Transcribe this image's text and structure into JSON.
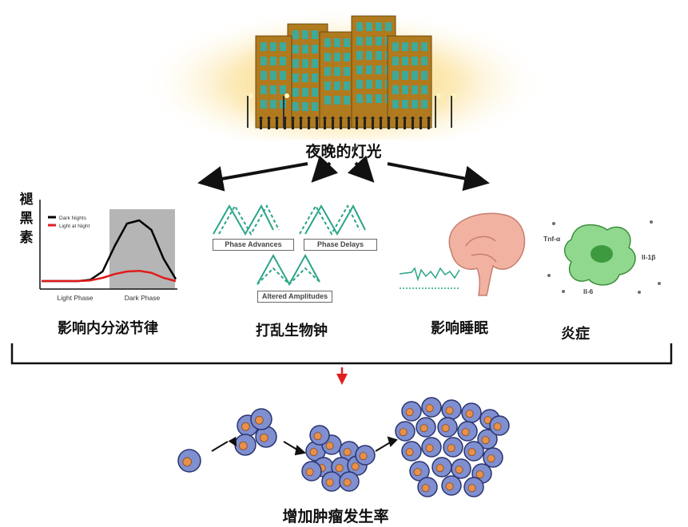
{
  "source": {
    "label": "夜晚的灯光",
    "glow_color": "#f7c64a",
    "building_color": "#b07a1e",
    "window_color": "#3fa99a"
  },
  "effects": [
    {
      "label": "影响内分泌节律",
      "side_label": [
        "褪",
        "黑",
        "素"
      ],
      "chart_data": {
        "type": "line",
        "x_tick_labels": [
          "Light Phase",
          "Dark Phase"
        ],
        "series": [
          {
            "name": "Dark Nights",
            "color": "#000000",
            "values": [
              0.05,
              0.05,
              0.05,
              0.05,
              0.07,
              0.2,
              0.6,
              0.95,
              1.0,
              0.85,
              0.4,
              0.08
            ]
          },
          {
            "name": "Light at Night",
            "color": "#e01b1b",
            "values": [
              0.05,
              0.05,
              0.05,
              0.05,
              0.06,
              0.1,
              0.16,
              0.2,
              0.21,
              0.18,
              0.1,
              0.05
            ]
          }
        ],
        "shaded_region": "Dark Phase"
      }
    },
    {
      "label": "打乱生物钟",
      "panels": [
        "Phase Advances",
        "Phase Delays",
        "Altered Amplitudes"
      ],
      "wave_color": "#2aa58a"
    },
    {
      "label": "影响睡眠",
      "brain_color": "#f2b2a2",
      "eeg_color": "#2aa58a"
    },
    {
      "label": "炎症",
      "cytokines": [
        "Tnf-α",
        "Il-1β",
        "Il-6"
      ],
      "cell_color": "#8fd88e"
    }
  ],
  "outcome": {
    "label": "增加肿瘤发生率",
    "arrow_color": "#e02020",
    "cell_color": "#7f8fd0",
    "nucleus_color": "#e8904a"
  }
}
